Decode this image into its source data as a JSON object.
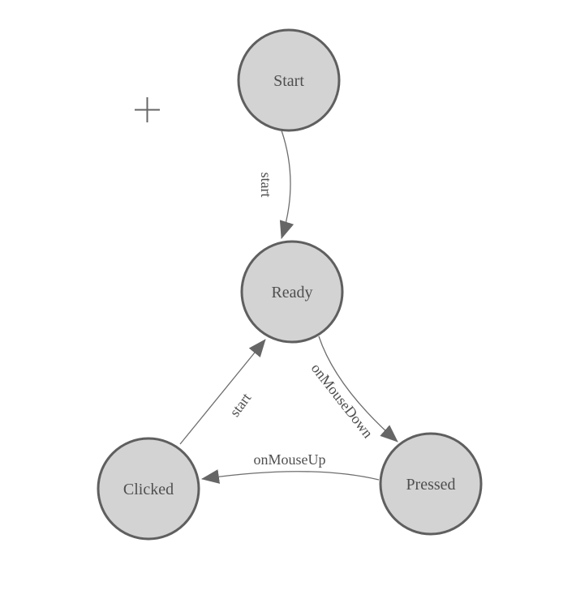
{
  "diagram": {
    "type": "state-machine",
    "nodes": [
      {
        "id": "start",
        "label": "Start"
      },
      {
        "id": "ready",
        "label": "Ready"
      },
      {
        "id": "clicked",
        "label": "Clicked"
      },
      {
        "id": "pressed",
        "label": "Pressed"
      }
    ],
    "edges": [
      {
        "from": "Start",
        "to": "Ready",
        "label": "start"
      },
      {
        "from": "Ready",
        "to": "Pressed",
        "label": "onMouseDown"
      },
      {
        "from": "Pressed",
        "to": "Clicked",
        "label": "onMouseUp"
      },
      {
        "from": "Clicked",
        "to": "Ready",
        "label": "start"
      }
    ],
    "icons": [
      {
        "name": "plus-crosshair-icon"
      }
    ],
    "colors": {
      "node_fill": "#d3d3d3",
      "node_border": "#5f5f5f",
      "edge_line": "#6e6e6e",
      "arrowhead": "#666666",
      "text": "#4f4f4f",
      "background": "#ffffff"
    }
  }
}
